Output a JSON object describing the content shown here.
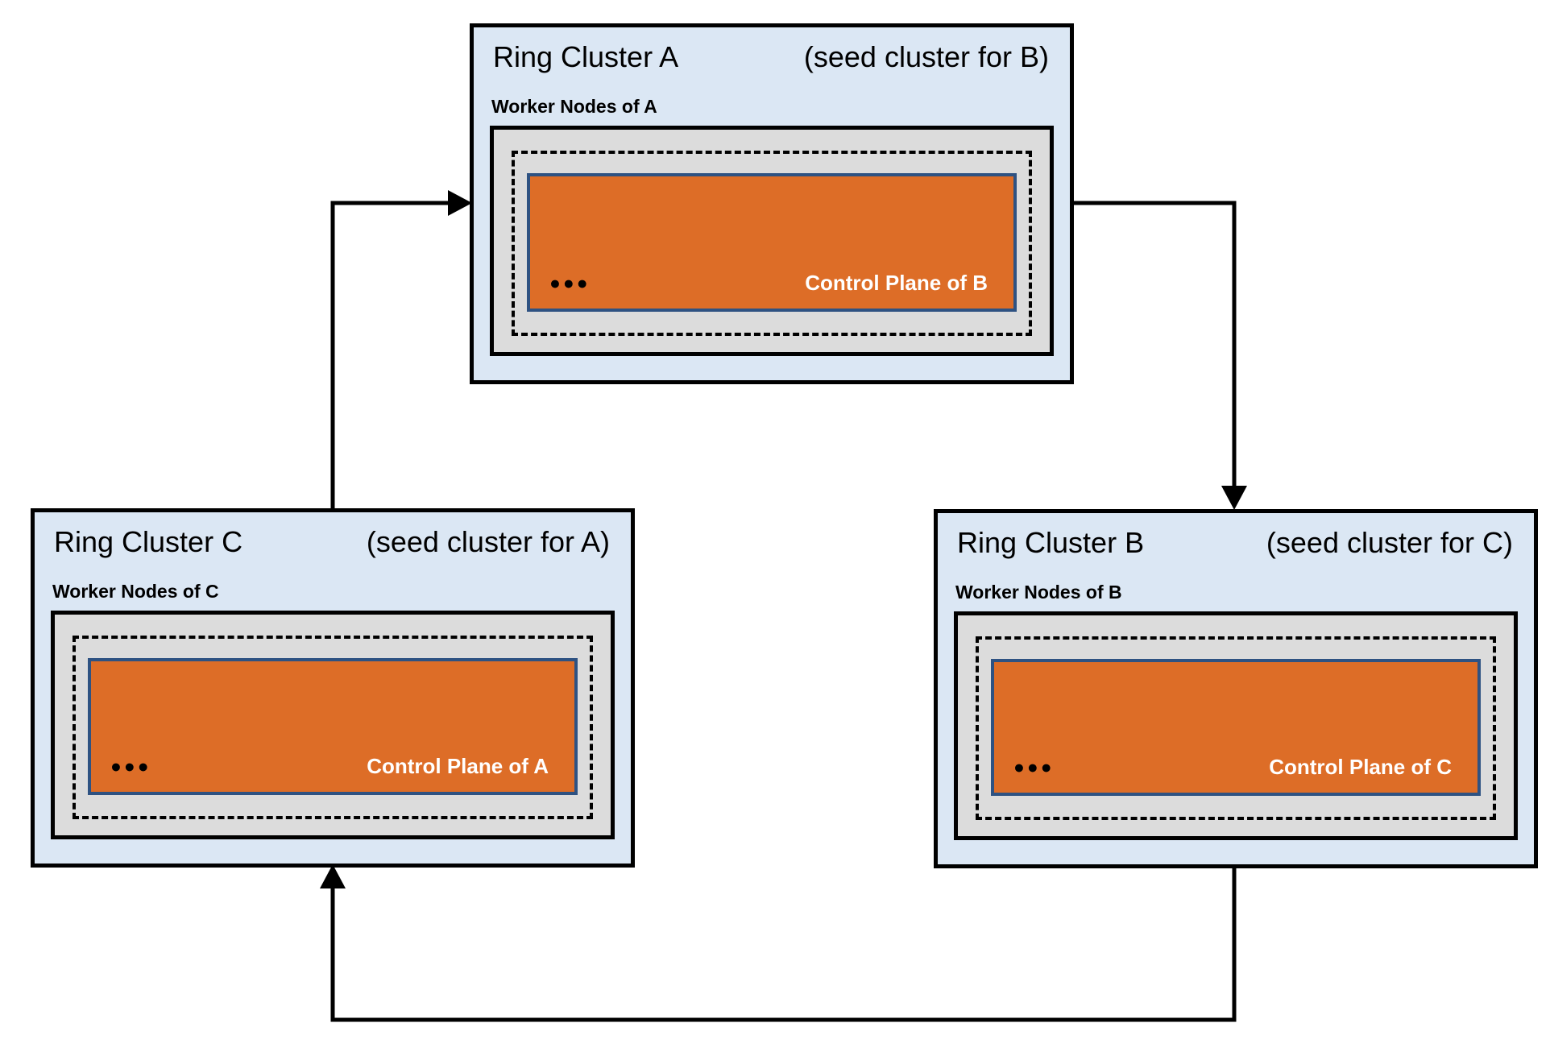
{
  "clusters": [
    {
      "id": "A",
      "title": "Ring Cluster A",
      "seed_note": "(seed cluster for B)",
      "worker_nodes_label": "Worker Nodes of A",
      "control_plane_label": "Control Plane of B",
      "ellipsis": "●●●"
    },
    {
      "id": "B",
      "title": "Ring Cluster B",
      "seed_note": "(seed cluster for C)",
      "worker_nodes_label": "Worker Nodes of B",
      "control_plane_label": "Control Plane of C",
      "ellipsis": "●●●"
    },
    {
      "id": "C",
      "title": "Ring Cluster C",
      "seed_note": "(seed cluster for A)",
      "worker_nodes_label": "Worker Nodes of C",
      "control_plane_label": "Control Plane of A",
      "ellipsis": "●●●"
    }
  ],
  "edges": [
    {
      "from": "C",
      "to": "A"
    },
    {
      "from": "A",
      "to": "B"
    },
    {
      "from": "B",
      "to": "C"
    }
  ],
  "colors": {
    "cluster_background": "#dbe7f4",
    "worker_box_background": "#dcdcdc",
    "control_plane_background": "#dd6d27",
    "control_plane_border": "#2e5282",
    "border_and_arrows": "#000000",
    "control_plane_text": "#ffffff"
  }
}
